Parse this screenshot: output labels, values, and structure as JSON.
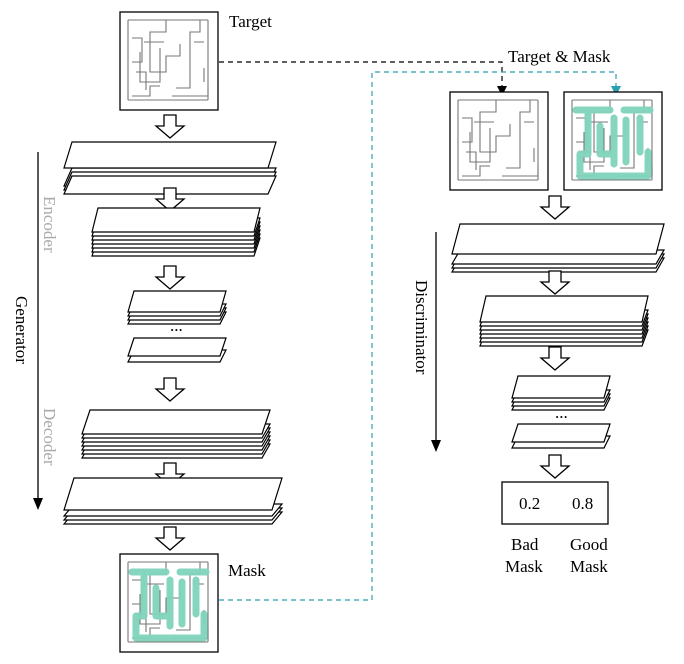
{
  "labels": {
    "target": "Target",
    "mask": "Mask",
    "target_and_mask": "Target & Mask",
    "encoder": "Encoder",
    "decoder": "Decoder",
    "generator": "Generator",
    "discriminator": "Discriminator",
    "gen_ellipsis": "...",
    "disc_ellipsis": "..."
  },
  "outputs": {
    "bad_score": "0.2",
    "good_score": "0.8",
    "bad_label_line1": "Bad",
    "bad_label_line2": "Mask",
    "good_label_line1": "Good",
    "good_label_line2": "Mask"
  },
  "colors": {
    "mask_fill": "#7fd3bc",
    "mask_connector": "#2a9fb0",
    "target_connector": "#000000",
    "encoder_decoder_text": "#aaaaaa"
  }
}
